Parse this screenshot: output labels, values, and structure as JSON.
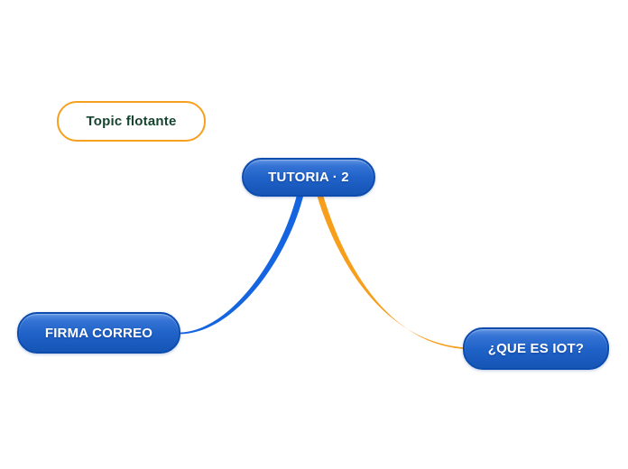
{
  "canvas": {
    "background": "#ffffff"
  },
  "nodes": {
    "floating_topic": {
      "label": "Topic flotante",
      "border_color": "#f6a01f",
      "text_color": "#164430",
      "fill": "#ffffff"
    },
    "central_topic": {
      "label": "TUTORIA · 2"
    },
    "left_subtopic": {
      "label": "FIRMA CORREO"
    },
    "right_subtopic": {
      "label": "¿QUE ES IOT?"
    }
  },
  "node_style": {
    "fill_top": "#5e93e3",
    "fill_bottom": "#1656b4",
    "border_color": "#0d4caf",
    "text_color": "#ffffff"
  },
  "branches": {
    "left": {
      "color": "#1565e0",
      "from": "central_topic",
      "to": "left_subtopic"
    },
    "right": {
      "color": "#f79e1b",
      "from": "central_topic",
      "to": "right_subtopic"
    }
  }
}
